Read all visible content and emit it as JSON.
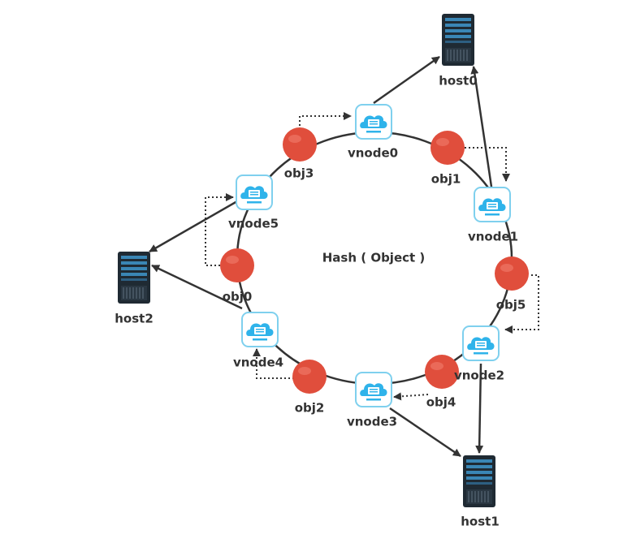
{
  "title": "Hash ( Object )",
  "colors": {
    "ring": "#333333",
    "arrow": "#333333",
    "object_fill": "#e04e3c",
    "vnode_border": "#7fd0ee",
    "vnode_cloud": "#2fb3ea",
    "host_body": "#1f2a33",
    "host_screen": "#3a86b5",
    "label": "#333333"
  },
  "hosts": [
    {
      "id": "host0",
      "label": "host0",
      "icon": "server-icon"
    },
    {
      "id": "host1",
      "label": "host1",
      "icon": "server-icon"
    },
    {
      "id": "host2",
      "label": "host2",
      "icon": "server-icon"
    }
  ],
  "vnodes": [
    {
      "id": "vnode0",
      "label": "vnode0",
      "host": "host0",
      "icon": "cloud-server-icon"
    },
    {
      "id": "vnode1",
      "label": "vnode1",
      "host": "host0",
      "icon": "cloud-server-icon"
    },
    {
      "id": "vnode2",
      "label": "vnode2",
      "host": "host1",
      "icon": "cloud-server-icon"
    },
    {
      "id": "vnode3",
      "label": "vnode3",
      "host": "host1",
      "icon": "cloud-server-icon"
    },
    {
      "id": "vnode4",
      "label": "vnode4",
      "host": "host2",
      "icon": "cloud-server-icon"
    },
    {
      "id": "vnode5",
      "label": "vnode5",
      "host": "host2",
      "icon": "cloud-server-icon"
    }
  ],
  "objects": [
    {
      "id": "obj0",
      "label": "obj0",
      "vnode": "vnode5"
    },
    {
      "id": "obj1",
      "label": "obj1",
      "vnode": "vnode1"
    },
    {
      "id": "obj2",
      "label": "obj2",
      "vnode": "vnode4"
    },
    {
      "id": "obj3",
      "label": "obj3",
      "vnode": "vnode0"
    },
    {
      "id": "obj4",
      "label": "obj4",
      "vnode": "vnode3"
    },
    {
      "id": "obj5",
      "label": "obj5",
      "vnode": "vnode2"
    }
  ]
}
